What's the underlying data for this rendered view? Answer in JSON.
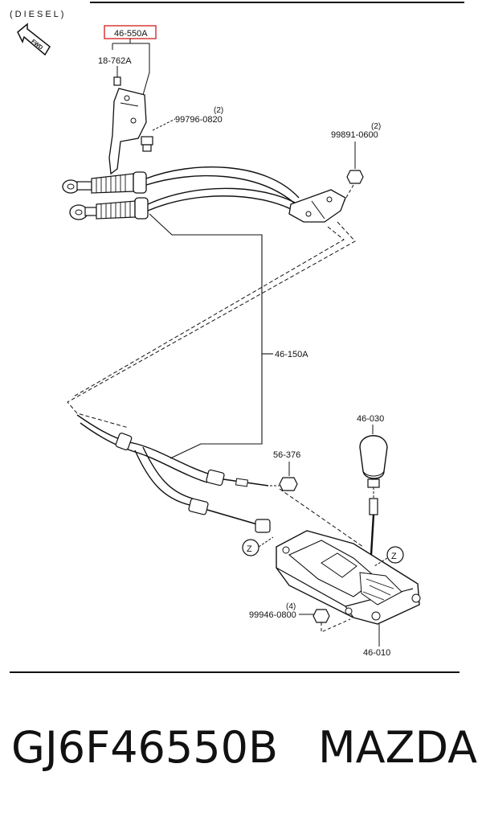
{
  "header": {
    "variant": "(DIESEL)",
    "fwd_arrow": "FWD"
  },
  "callouts": {
    "selected_part": "46-550A",
    "bracket": "18-762A",
    "bolt": {
      "part": "99796-0820",
      "qty": "(2)"
    },
    "nut_top": {
      "part": "99891-0600",
      "qty": "(2)"
    },
    "cable": "46-150A",
    "clip": "56-376",
    "knob": "46-030",
    "bolt_lower": {
      "part": "99946-0800",
      "qty": "(4)"
    },
    "shifter": "46-010",
    "ref_z": "Z"
  },
  "highlight_color": "#d83a3a",
  "caption": {
    "part_number": "GJ6F46550B",
    "brand": "MAZDA"
  }
}
